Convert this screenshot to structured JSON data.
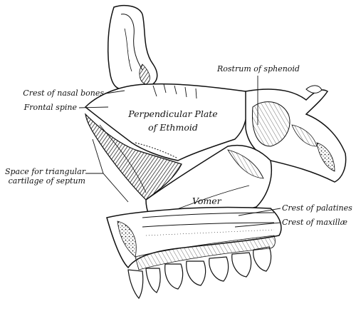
{
  "labels": {
    "crest_of_nasal_bones": "Crest of nasal bones",
    "frontal_spine": "Frontal spine",
    "space_line1": "Space for triangular",
    "space_line2": "cartilage of septum",
    "rostrum_of_sphenoid": "Rostrum of sphenoid",
    "perpendicular_line1": "Perpendicular Plate",
    "perpendicular_line2": "of Ethmoid",
    "vomer": "Vomer",
    "crest_of_palatines": "Crest of palatines",
    "crest_of_maxillae": "Crest of maxillæ"
  },
  "colors": {
    "ink": "#111111",
    "paper": "#ffffff",
    "shade": "#2a2a2a"
  }
}
